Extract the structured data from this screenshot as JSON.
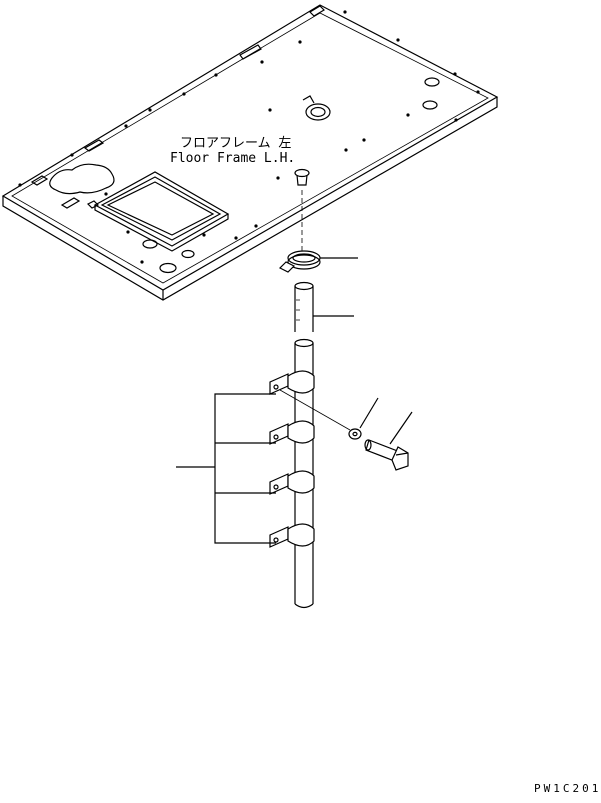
{
  "labels": {
    "frame_jp": "フロアフレーム 左",
    "frame_en": "Floor Frame L.H.",
    "drawing_code": "PW1C201"
  },
  "parts": [
    {
      "id": "clamp",
      "name": "hose-clamp"
    },
    {
      "id": "pipe",
      "name": "drain-pipe"
    },
    {
      "id": "brackets",
      "name": "pipe-brackets"
    },
    {
      "id": "washer",
      "name": "washer"
    },
    {
      "id": "bolt",
      "name": "bolt"
    }
  ]
}
